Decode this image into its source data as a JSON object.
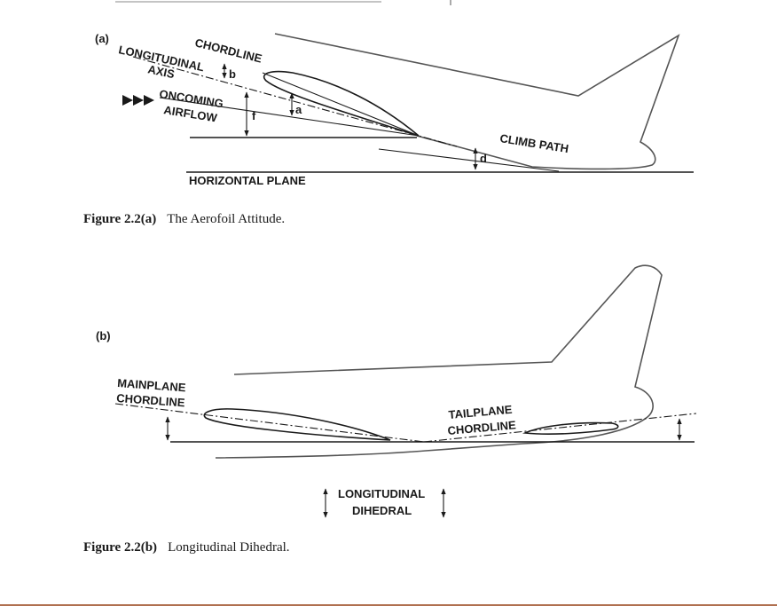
{
  "figure_a": {
    "tag": "(a)",
    "chordline": "CHORDLINE",
    "longitudinal": "LONGITUDINAL",
    "axis": "AXIS",
    "oncoming": "ONCOMING",
    "airflow": "AIRFLOW",
    "climb_path": "CLIMB PATH",
    "horizontal_plane": "HORIZONTAL PLANE",
    "angle_a": "a",
    "angle_b": "b",
    "angle_d": "d",
    "angle_f": "f"
  },
  "figure_b": {
    "tag": "(b)",
    "mainplane": "MAINPLANE",
    "mainplane_chordline": "CHORDLINE",
    "tailplane": "TAILPLANE",
    "tailplane_chordline": "CHORDLINE",
    "legend_line1": "LONGITUDINAL",
    "legend_line2": "DIHEDRAL"
  },
  "captions": {
    "a_number": "Figure 2.2(a)",
    "a_text": "The Aerofoil Attitude.",
    "b_number": "Figure 2.2(b)",
    "b_text": "Longitudinal Dihedral."
  }
}
